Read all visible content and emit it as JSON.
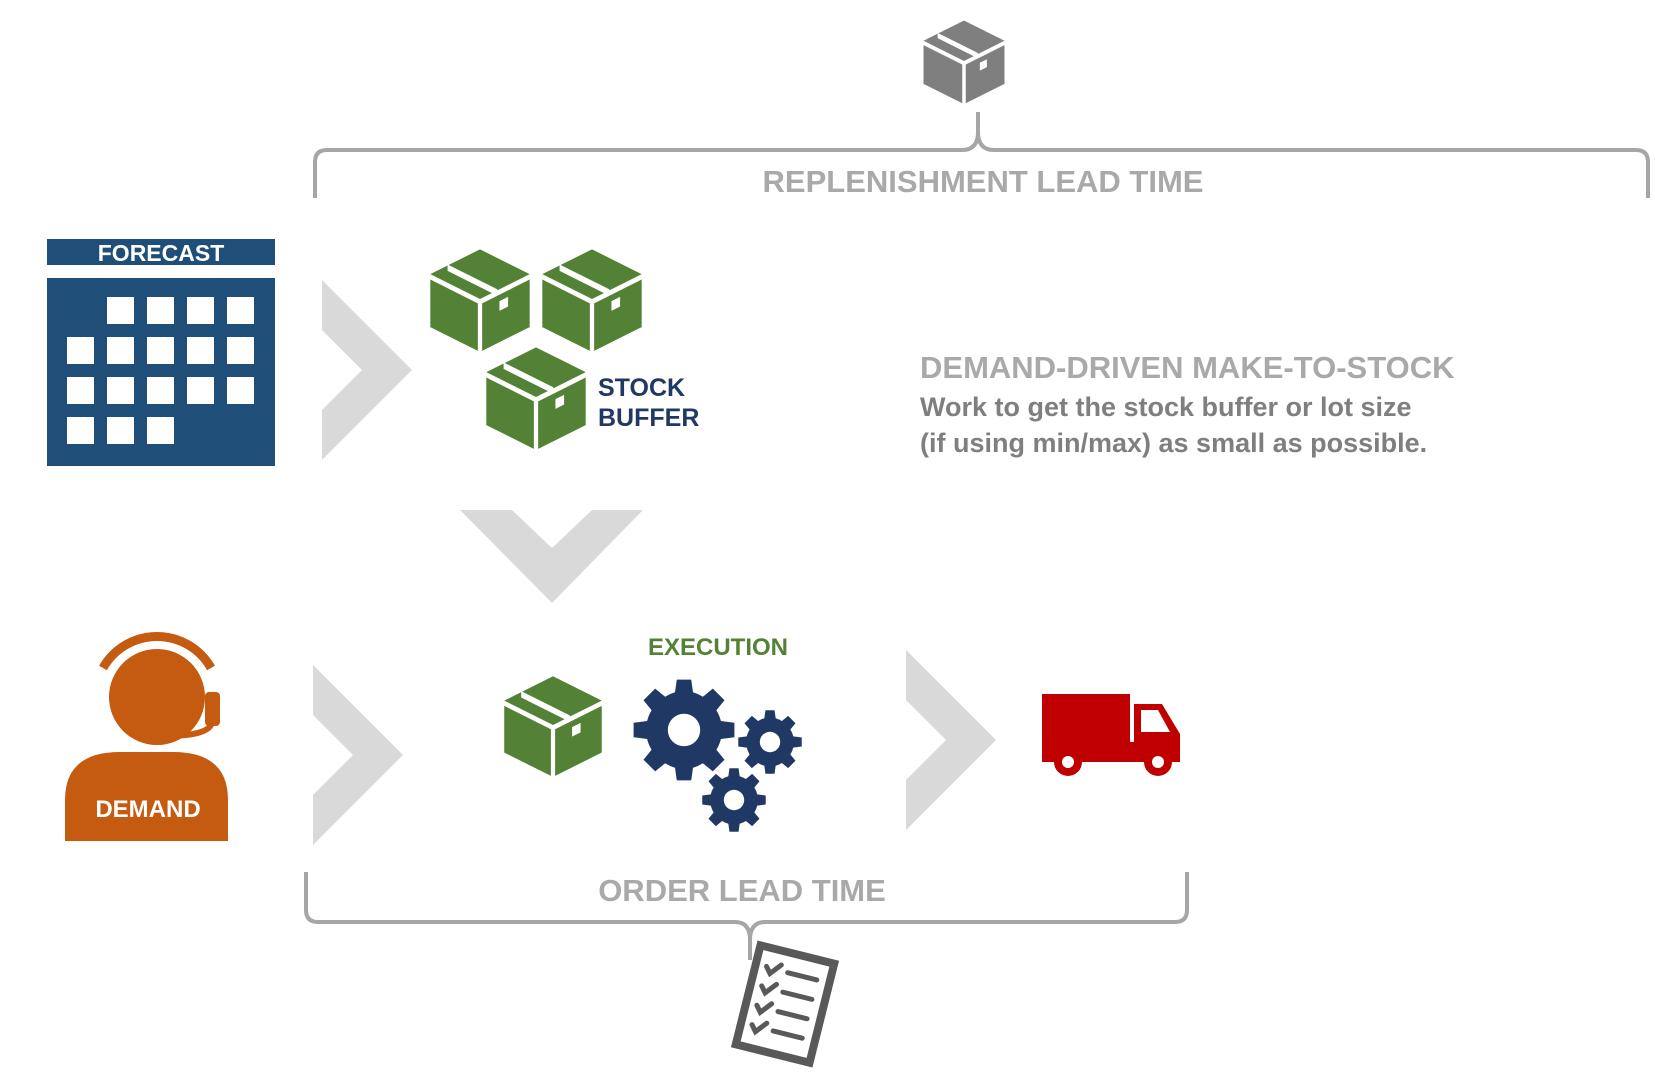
{
  "replenishment": {
    "label": "REPLENISHMENT LEAD TIME",
    "icon": "box-icon"
  },
  "forecast": {
    "label": "FORECAST",
    "icon": "calendar-icon"
  },
  "stock_buffer": {
    "line1": "STOCK",
    "line2": "BUFFER",
    "icon": "boxes-stack-icon"
  },
  "description": {
    "title": "DEMAND-DRIVEN MAKE-TO-STOCK",
    "line1": "Work to get the stock buffer or lot size",
    "line2": "(if using min/max) as small as possible."
  },
  "execution": {
    "label": "EXECUTION",
    "icons": [
      "box-icon",
      "gears-icon"
    ]
  },
  "demand": {
    "label": "DEMAND",
    "icon": "headset-person-icon"
  },
  "delivery": {
    "icon": "truck-icon"
  },
  "order": {
    "label": "ORDER LEAD TIME",
    "icon": "checklist-icon"
  },
  "colors": {
    "navy": "#1f4e79",
    "gear_navy": "#203864",
    "green": "#538135",
    "orange": "#c55a11",
    "red": "#c00000",
    "grey_box": "#7f7f7f",
    "chevron": "#d9d9d9",
    "bracket": "#a6a6a6",
    "label_grey": "#a9a9a9"
  }
}
